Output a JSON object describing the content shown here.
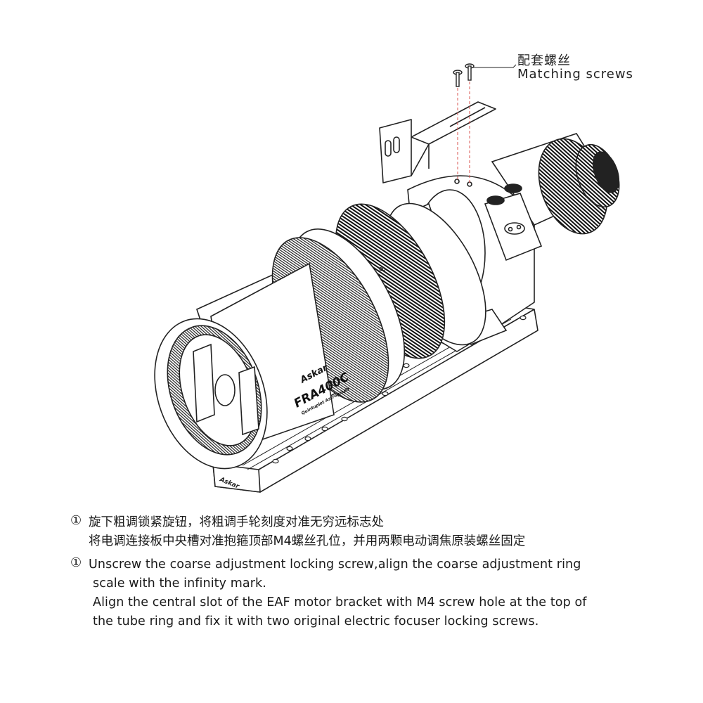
{
  "callout": {
    "label_cn": "配套螺丝",
    "label_en": "Matching screws"
  },
  "lens": {
    "brand": "Askar",
    "model": "FRA400C",
    "subtitle": "Quintuplet Astrograph",
    "plate_brand": "Askar",
    "infinity_mark": "∞"
  },
  "instructions": {
    "step_marker": "①",
    "cn_lines": [
      "旋下粗调锁紧旋钮，将粗调手轮刻度对准无穷远标志处",
      "将电调连接板中央槽对准抱箍顶部M4螺丝孔位，并用两颗电动调焦原装螺丝固定"
    ],
    "en_lines": [
      "Unscrew the coarse adjustment locking screw,align the coarse adjustment ring",
      "scale with the infinity mark.",
      "Align the central slot of the EAF motor bracket with M4 screw hole at the top of",
      "the tube ring and fix it with two original electric focuser locking screws."
    ]
  }
}
